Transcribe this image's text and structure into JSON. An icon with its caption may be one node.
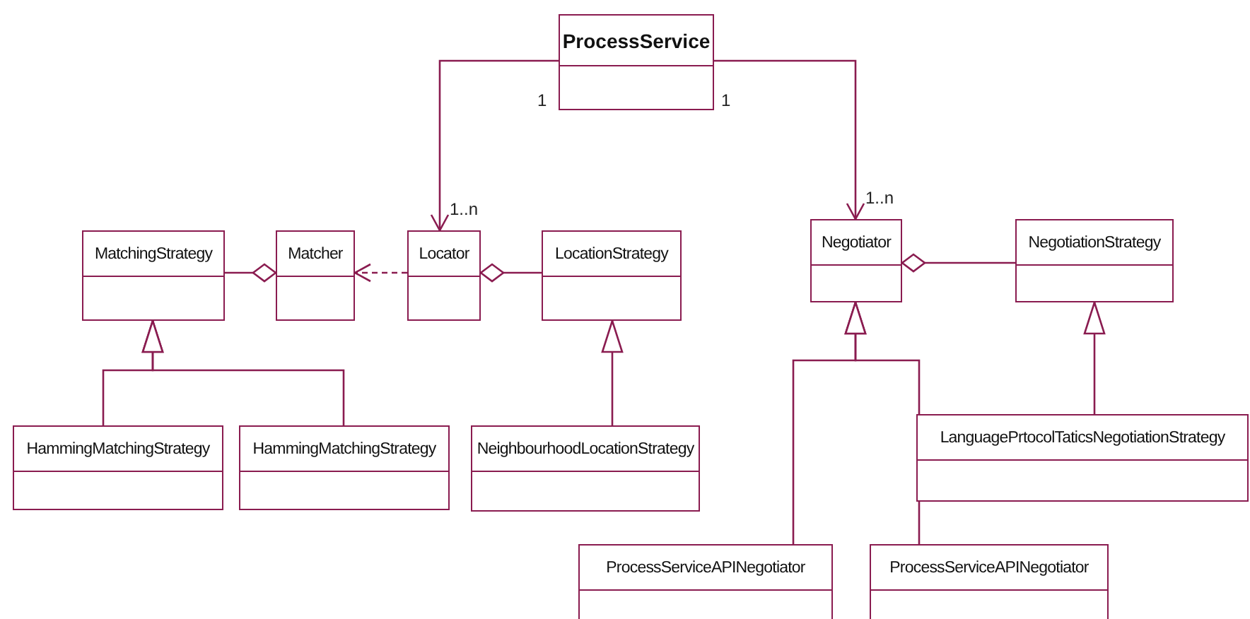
{
  "diagram": {
    "nodes": [
      {
        "text": [
          "ProcessService"
        ]
      },
      {
        "text": [
          "MatchingStrategy"
        ]
      },
      {
        "text": [
          "Matcher"
        ]
      },
      {
        "text": [
          "Locator"
        ]
      },
      {
        "text": [
          "LocationStrategy"
        ]
      },
      {
        "text": [
          "Negotiator"
        ]
      },
      {
        "text": [
          "NegotiationStrategy"
        ]
      },
      {
        "text": [
          "HammingMatchingStrategy"
        ]
      },
      {
        "text": [
          "HammingMatchingStrategy"
        ]
      },
      {
        "text": [
          "NeighbourhoodLocationStrategy"
        ]
      },
      {
        "text": [
          "ProcessServiceAPINegotiator"
        ]
      },
      {
        "text": [
          "ProcessServiceAPINegotiator"
        ]
      },
      {
        "text": [
          "LanguagePrtocolTaticsNegotiationStrategy"
        ]
      }
    ],
    "edges": [
      {
        "from": 0,
        "to": 3,
        "arrow": "to"
      },
      {
        "from": 0,
        "to": 5,
        "arrow": "to"
      },
      {
        "from": 2,
        "to": 1,
        "arrow": "other"
      },
      {
        "from": 3,
        "to": 2,
        "arrow": "to",
        "style": "dashed"
      },
      {
        "from": 3,
        "to": 4,
        "arrow": "other"
      },
      {
        "from": 5,
        "to": 6,
        "arrow": "other"
      },
      {
        "from": 7,
        "to": 1,
        "arrow": "to"
      },
      {
        "from": 8,
        "to": 1,
        "arrow": "to"
      },
      {
        "from": 9,
        "to": 4,
        "arrow": "to"
      },
      {
        "from": 10,
        "to": 5,
        "arrow": "to"
      },
      {
        "from": 11,
        "to": 5,
        "arrow": "to"
      },
      {
        "from": 12,
        "to": 6,
        "arrow": "to"
      }
    ],
    "labels": [
      "1",
      "1..n",
      "1",
      "1..n"
    ]
  }
}
